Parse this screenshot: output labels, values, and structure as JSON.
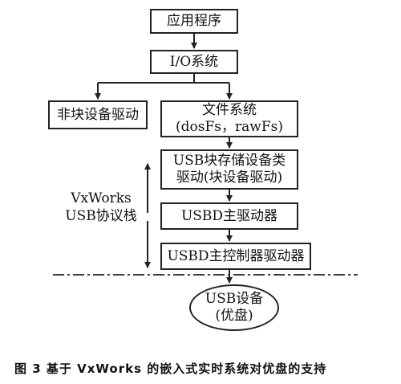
{
  "boxes": {
    "app": "应用程序",
    "io": "I/O系统",
    "nonblock": "非块设备驱动",
    "fs_line1": "文件系统",
    "fs_line2": "(dosFs，rawFs)",
    "usbmass_line1": "USB块存储设备类",
    "usbmass_line2": "驱动(块设备驱动)",
    "usbd": "USBD主驱动器",
    "usbd_host": "USBD主控制器驱动器"
  },
  "side_label": {
    "line1": "VxWorks",
    "line2": "USB协议栈"
  },
  "device": {
    "line1": "USB设备",
    "line2": "(优盘)"
  },
  "caption": "图 3   基于 VxWorks 的嵌入式实时系统对优盘的支持"
}
